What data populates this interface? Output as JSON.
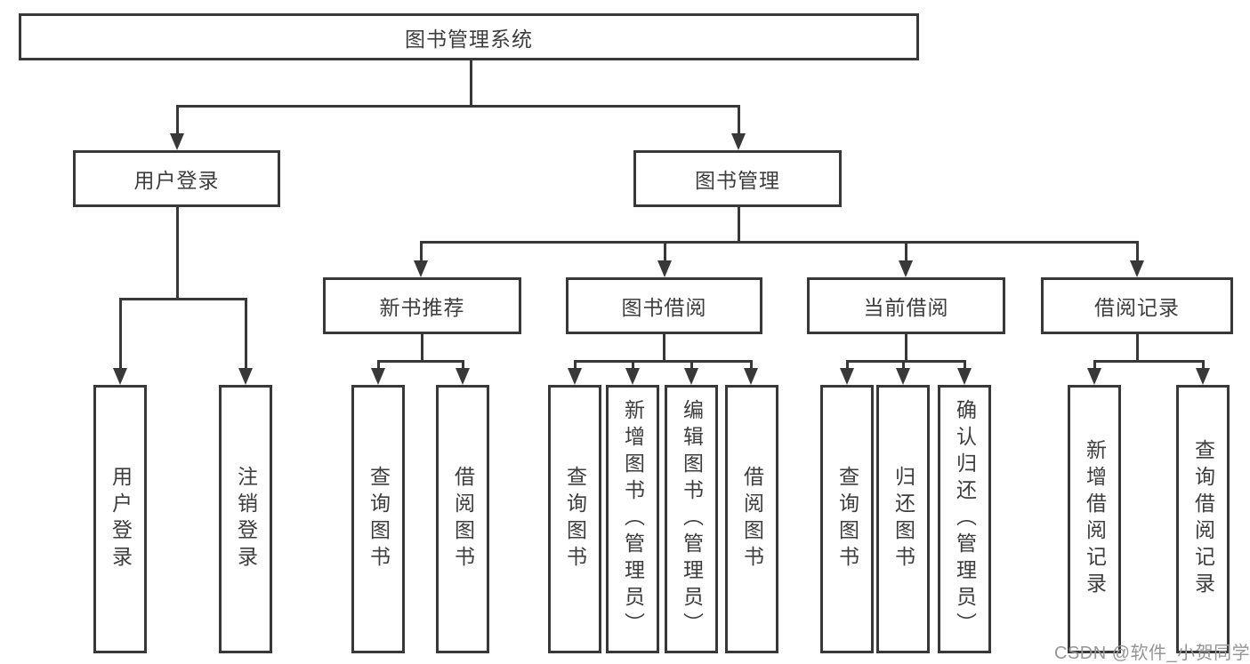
{
  "diagram_title": "图书管理系统",
  "tree": {
    "root": {
      "label": "图书管理系统"
    },
    "branches": [
      {
        "label": "用户登录",
        "children": [
          {
            "label": "用户登录"
          },
          {
            "label": "注销登录"
          }
        ]
      },
      {
        "label": "图书管理",
        "children": [
          {
            "label": "新书推荐",
            "children": [
              {
                "label": "查询图书"
              },
              {
                "label": "借阅图书"
              }
            ]
          },
          {
            "label": "图书借阅",
            "children": [
              {
                "label": "查询图书"
              },
              {
                "label": "新增图书（管理员）"
              },
              {
                "label": "编辑图书（管理员）"
              },
              {
                "label": "借阅图书"
              }
            ]
          },
          {
            "label": "当前借阅",
            "children": [
              {
                "label": "查询图书"
              },
              {
                "label": "归还图书"
              },
              {
                "label": "确认归还（管理员）"
              }
            ]
          },
          {
            "label": "借阅记录",
            "children": [
              {
                "label": "新增借阅记录"
              },
              {
                "label": "查询借阅记录"
              }
            ]
          }
        ]
      }
    ]
  },
  "watermark": {
    "text": "CSDN @软件_小贺同学"
  },
  "colors": {
    "line": "#383838",
    "text": "#3d3d3d",
    "background": "#ffffff",
    "watermark": "#969696"
  }
}
